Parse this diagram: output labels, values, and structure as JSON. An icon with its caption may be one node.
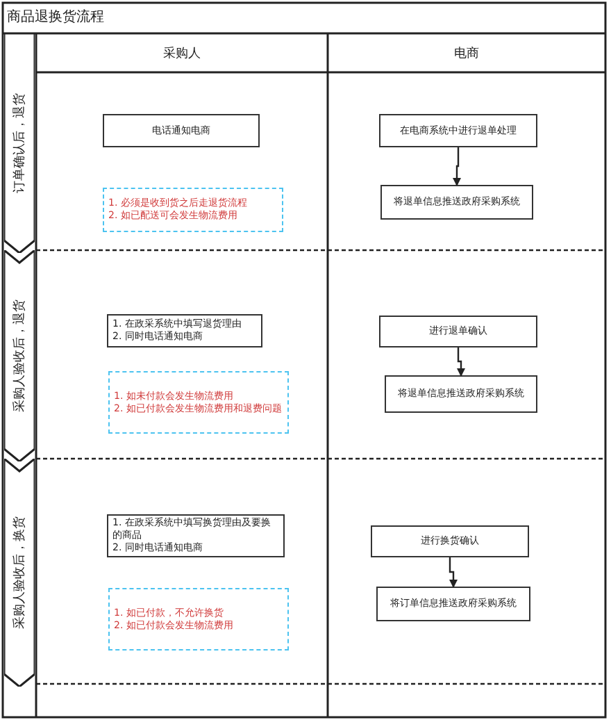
{
  "diagram": {
    "title": "商品退换货流程",
    "nodes": [
      {
        "text": [
          "采购人"
        ]
      },
      {
        "text": [
          "电商"
        ]
      },
      {
        "text": [
          "订单确认后，退货"
        ]
      },
      {
        "text": [
          "电话通知电商"
        ]
      },
      {
        "text": [
          "在电商系统中进行退单处理"
        ]
      },
      {
        "text": [
          "将退单信息推送政府采购系统"
        ]
      },
      {
        "text": [
          "1. 必须是收到货之后走退货流程",
          "2. 如已配送可会发生物流费用"
        ]
      },
      {
        "text": [
          "采购人验收后，退货"
        ]
      },
      {
        "text": [
          "1. 在政采系统中填写退货理由",
          "2. 同时电话通知电商"
        ]
      },
      {
        "text": [
          "进行退单确认"
        ]
      },
      {
        "text": [
          "将退单信息推送政府采购系统"
        ]
      },
      {
        "text": [
          "1. 如未付款会发生物流费用",
          "2. 如已付款会发生物流费用和退费问题"
        ]
      },
      {
        "text": [
          "采购人验收后，换货"
        ]
      },
      {
        "text": [
          "1. 在政采系统中填写换货理由及要换的商品",
          "2. 同时电话通知电商"
        ]
      },
      {
        "text": [
          "进行换货确认"
        ]
      },
      {
        "text": [
          "将订单信息推送政府采购系统"
        ]
      },
      {
        "text": [
          "1. 如已付款，不允许换货",
          "2. 如已付款会发生物流费用"
        ]
      }
    ],
    "edges": [
      {
        "from": 4,
        "to": 5,
        "arrow": "to"
      },
      {
        "from": 9,
        "to": 10,
        "arrow": "to"
      },
      {
        "from": 14,
        "to": 15,
        "arrow": "to"
      }
    ]
  }
}
